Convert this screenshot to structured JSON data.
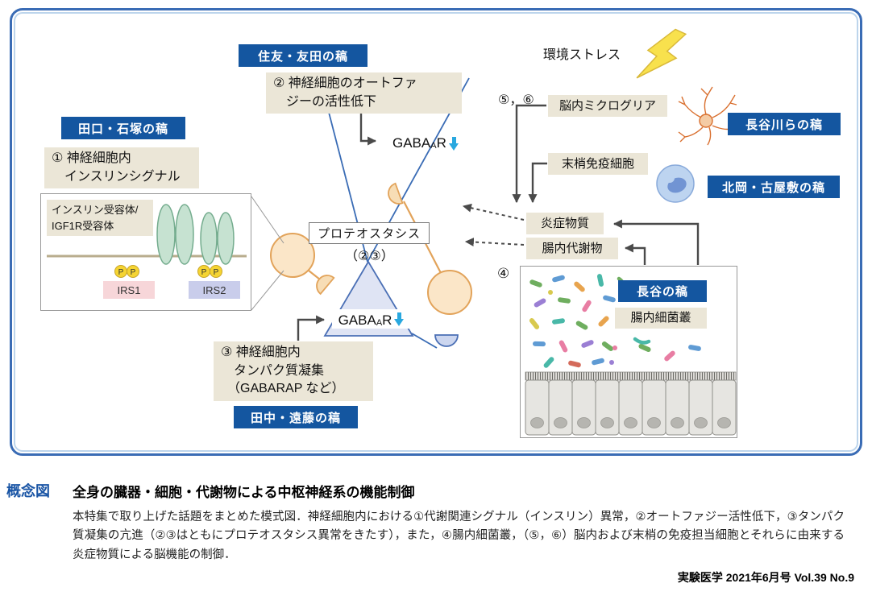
{
  "colors": {
    "tag_blue": "#1456a0",
    "beige": "#ebe6d7",
    "frame_blue": "#3a6cb5",
    "frame_inner_blue": "#bdd5ec",
    "arrow_gray": "#4a4a4a",
    "gaba_arrow_blue": "#29a8df",
    "neuron_fill": "#dfe4f4",
    "neuron_stroke": "#4a6fb5",
    "orange_cell_stroke": "#e2a35a",
    "lightning_yellow": "#f8e14d"
  },
  "frame": {
    "articles": {
      "sumitomo": "住友・友田の稿",
      "taguchi": "田口・石塚の稿",
      "hasegawa": "長谷川らの稿",
      "kitaoka": "北岡・古屋敷の稿",
      "tanaka": "田中・遠藤の稿",
      "hase": "長谷の稿"
    },
    "boxes": {
      "autophagy": "② 神経細胞のオートファ\n　ジーの活性低下",
      "insulin": "① 神経細胞内\n　インスリンシグナル",
      "aggregation": "③ 神経細胞内\n　タンパク質凝集\n　（GABARAP など）",
      "microglia": "脳内ミクログリア",
      "peripheral_immune": "末梢免疫細胞",
      "inflammatory": "炎症物質",
      "gut_metabolites": "腸内代謝物",
      "gut_microbiota": "腸内細菌叢",
      "proteostasis": "プロテオスタシス",
      "proteostasis_note": "（②③）"
    },
    "labels": {
      "env_stress": "環境ストレス",
      "num_5_6": "⑤，⑥",
      "num_4": "④"
    },
    "gaba": {
      "base": "GABA",
      "sub": "A",
      "suffix": "R"
    },
    "inset": {
      "receptor_label": "インスリン受容体/\nIGF1R受容体",
      "irs1": "IRS1",
      "irs2": "IRS2",
      "p": "P"
    }
  },
  "caption": {
    "tag": "概念図",
    "title": "全身の臓器・細胞・代謝物による中枢神経系の機能制御",
    "body": "本特集で取り上げた話題をまとめた模式図．神経細胞内における①代謝関連シグナル（インスリン）異常，②オートファジー活性低下，③タンパク質凝集の亢進（②③はともにプロテオスタシス異常をきたす），また，④腸内細菌叢，（⑤，⑥）脳内および末梢の免疫担当細胞とそれらに由来する炎症物質による脳機能の制御．",
    "credit": "実験医学 2021年6月号 Vol.39 No.9"
  }
}
